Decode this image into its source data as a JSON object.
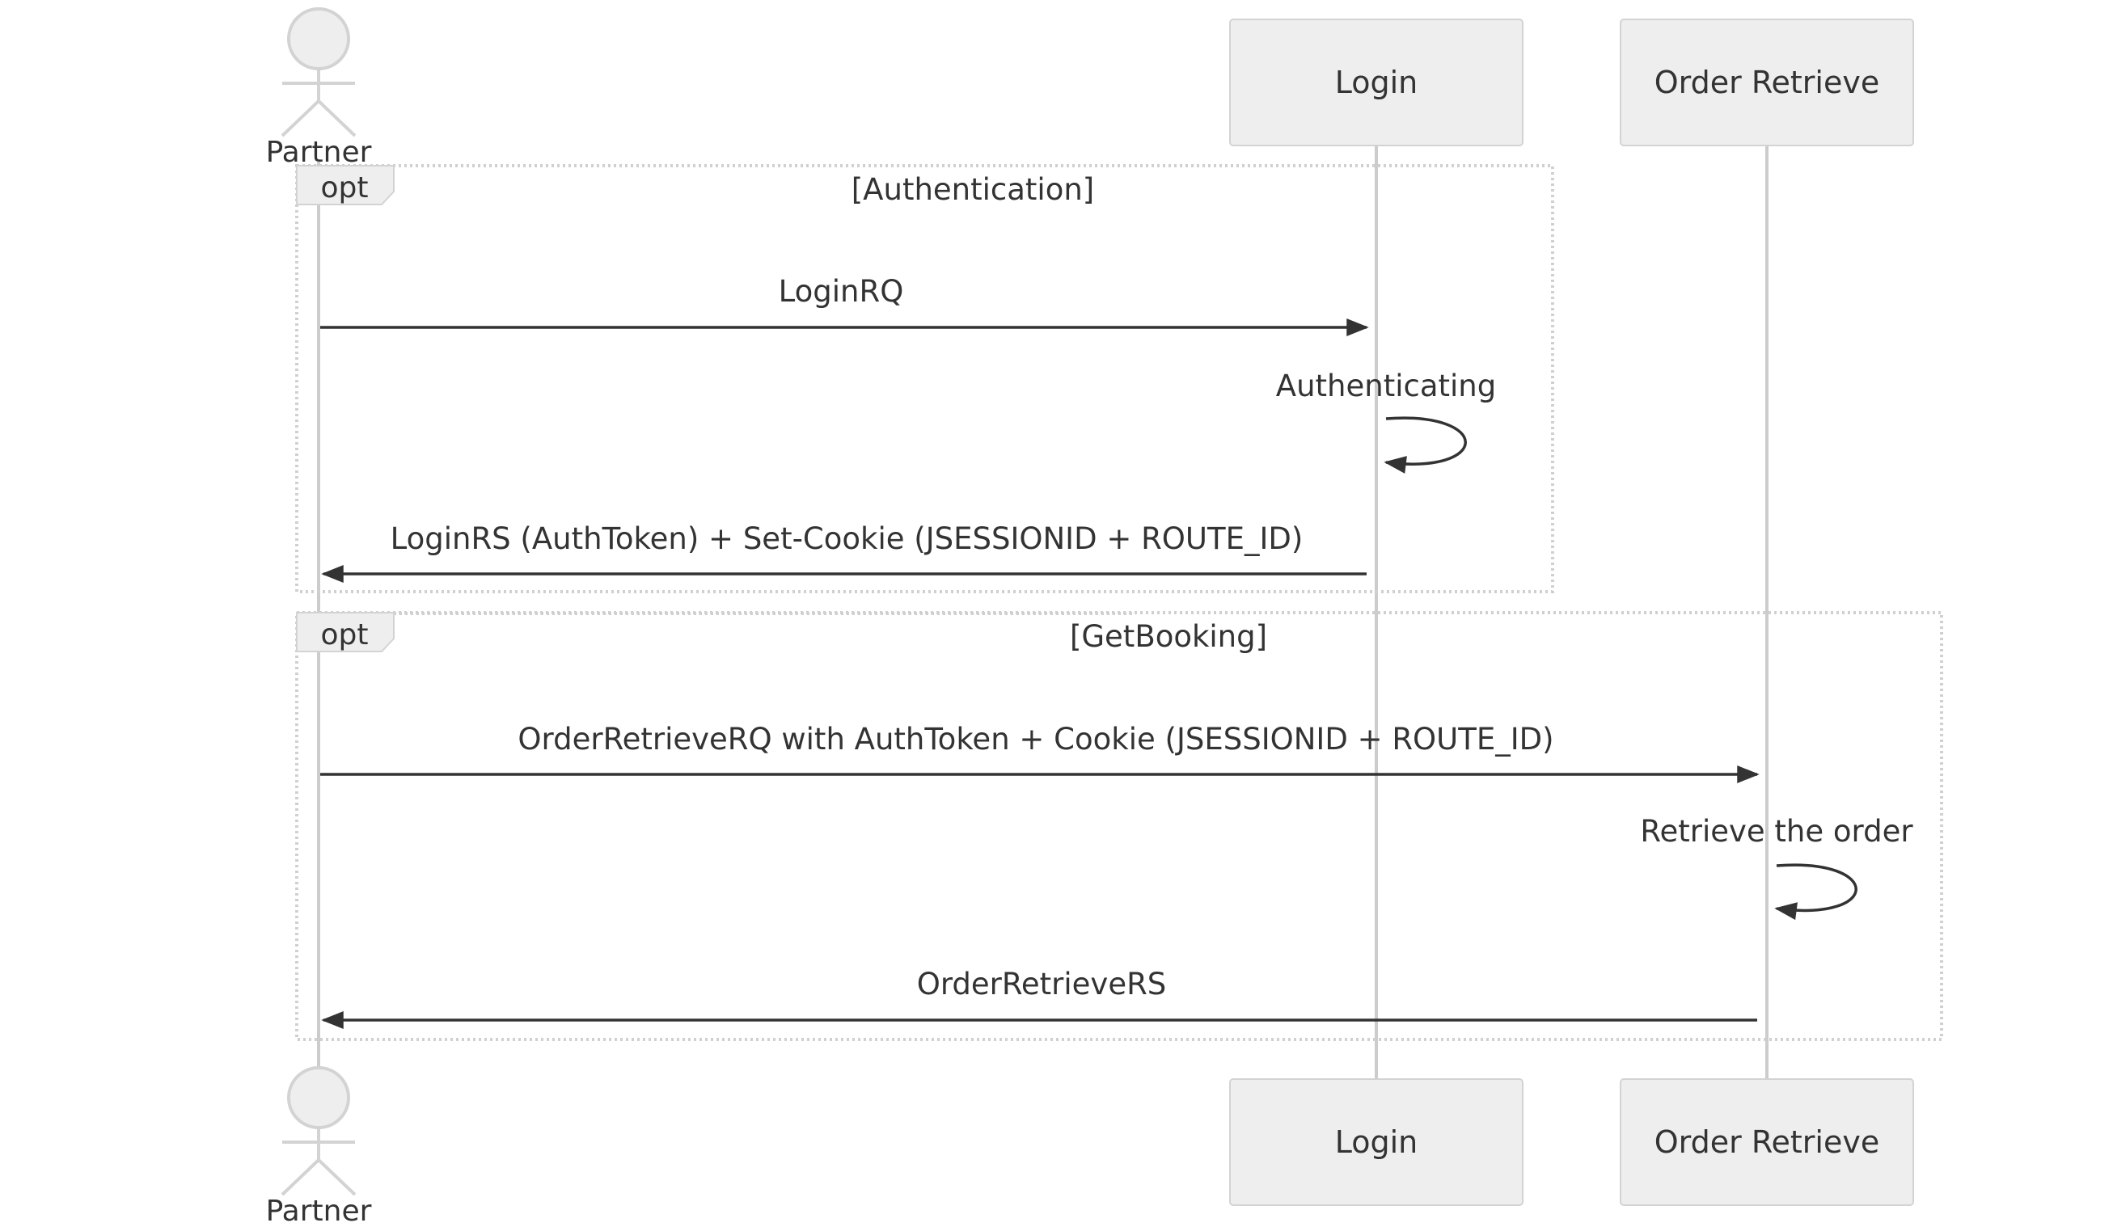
{
  "participants": {
    "partner": "Partner",
    "login": "Login",
    "order_retrieve": "Order Retrieve"
  },
  "fragments": [
    {
      "keyword": "opt",
      "condition": "[Authentication]"
    },
    {
      "keyword": "opt",
      "condition": "[GetBooking]"
    }
  ],
  "messages": [
    {
      "text": "LoginRQ",
      "from": "Partner",
      "to": "Login"
    },
    {
      "text": "Authenticating",
      "from": "Login",
      "to": "Login"
    },
    {
      "text": "LoginRS (AuthToken) + Set-Cookie (JSESSIONID + ROUTE_ID)",
      "from": "Login",
      "to": "Partner"
    },
    {
      "text": "OrderRetrieveRQ with AuthToken + Cookie (JSESSIONID + ROUTE_ID)",
      "from": "Partner",
      "to": "Order Retrieve"
    },
    {
      "text": "Retrieve the order",
      "from": "Order Retrieve",
      "to": "Order Retrieve"
    },
    {
      "text": "OrderRetrieveRS",
      "from": "Order Retrieve",
      "to": "Partner"
    }
  ]
}
